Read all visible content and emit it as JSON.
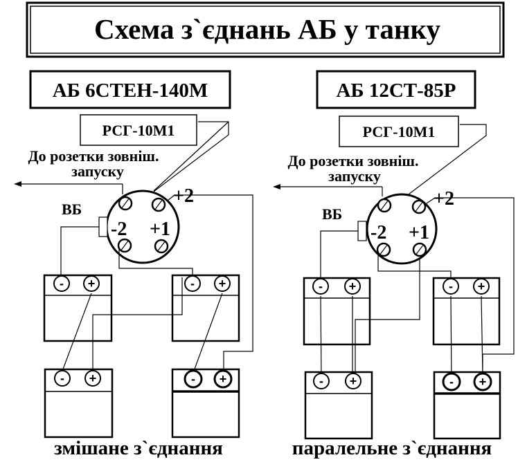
{
  "title": "Схема з`єднань АБ у танку",
  "left": {
    "battery_type": "АБ 6СТЕН-140М",
    "relay": "РСГ-10М1",
    "socket_label_line1": "До розетки зовніш.",
    "socket_label_line2": "запуску",
    "vb": "ВБ",
    "pin_minus2": "-2",
    "pin_plus1": "+1",
    "pin_plus2": "+2",
    "caption": "змішане з`єднання"
  },
  "right": {
    "battery_type": "АБ 12СТ-85Р",
    "relay": "РСГ-10М1",
    "socket_label_line1": "До розетки зовніш.",
    "socket_label_line2": "запуску",
    "vb": "ВБ",
    "pin_minus2": "-2",
    "pin_plus1": "+1",
    "pin_plus2": "+2",
    "caption": "паралельне з`єднання"
  },
  "terminal_minus": "-",
  "terminal_plus": "+"
}
